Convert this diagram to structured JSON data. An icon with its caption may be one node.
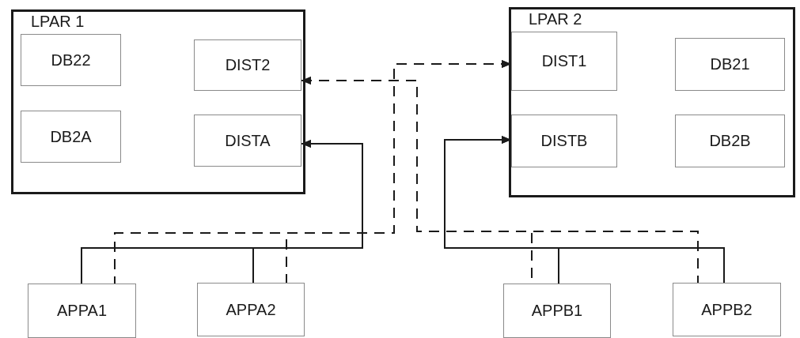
{
  "diagram": {
    "nodes": [
      {
        "text": [
          "LPAR 1"
        ]
      },
      {
        "text": [
          "DB22"
        ],
        "in": 0
      },
      {
        "text": [
          "DIST2"
        ],
        "in": 0
      },
      {
        "text": [
          "DB2A"
        ],
        "in": 0
      },
      {
        "text": [
          "DISTA"
        ],
        "in": 0
      },
      {
        "text": [
          "LPAR 2"
        ]
      },
      {
        "text": [
          "DIST1"
        ],
        "in": 5
      },
      {
        "text": [
          "DB21"
        ],
        "in": 5
      },
      {
        "text": [
          "DISTB"
        ],
        "in": 5
      },
      {
        "text": [
          "DB2B"
        ],
        "in": 5
      },
      {
        "text": [
          "APPA1"
        ]
      },
      {
        "text": [
          "APPA2"
        ]
      },
      {
        "text": [
          "APPB1"
        ]
      },
      {
        "text": [
          "APPB2"
        ]
      }
    ],
    "edges": [
      {
        "from": 10,
        "to": 4,
        "arrow": "to"
      },
      {
        "from": 11,
        "to": 4,
        "arrow": "to"
      },
      {
        "from": 10,
        "to": 6,
        "arrow": "to",
        "style": "dashed"
      },
      {
        "from": 11,
        "to": 6,
        "arrow": "to",
        "style": "dashed"
      },
      {
        "from": 12,
        "to": 8,
        "arrow": "to"
      },
      {
        "from": 13,
        "to": 8,
        "arrow": "to"
      },
      {
        "from": 12,
        "to": 2,
        "arrow": "to",
        "style": "dashed"
      },
      {
        "from": 13,
        "to": 2,
        "arrow": "to",
        "style": "dashed"
      }
    ]
  }
}
